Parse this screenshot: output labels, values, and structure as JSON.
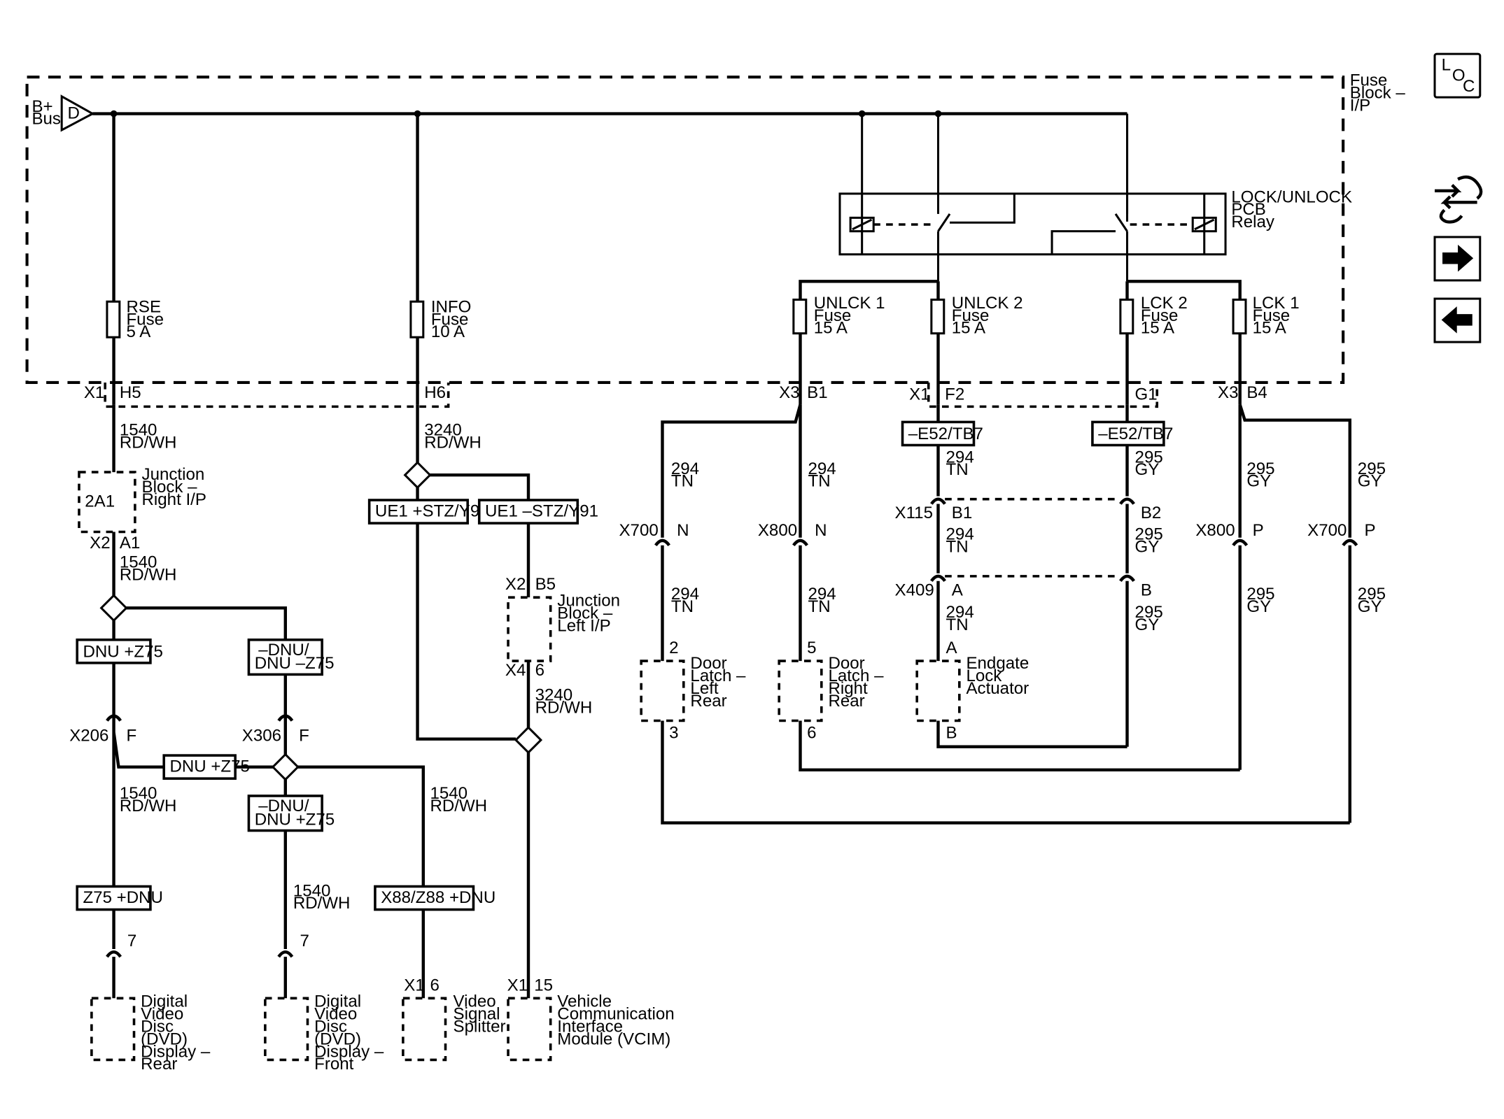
{
  "colors": {
    "line": "#000000",
    "background": "#ffffff"
  },
  "nav": {
    "loc_l": "L",
    "loc_o": "O",
    "loc_c": "C",
    "icons": [
      "loc-icon",
      "wiring-harness-icon",
      "arrow-right-icon",
      "arrow-left-icon"
    ]
  },
  "fuse_block": {
    "title": [
      "Fuse",
      "Block –",
      "I/P"
    ]
  },
  "bus": {
    "label": [
      "B+",
      "Bus"
    ],
    "marker": "D"
  },
  "relay": {
    "label": [
      "LOCK/UNLOCK",
      "PCB",
      "Relay"
    ]
  },
  "fuses": [
    {
      "name": "RSE",
      "word": "Fuse",
      "amps": "5 A"
    },
    {
      "name": "INFO",
      "word": "Fuse",
      "amps": "10 A"
    },
    {
      "name": "UNLCK 1",
      "word": "Fuse",
      "amps": "15 A"
    },
    {
      "name": "UNLCK 2",
      "word": "Fuse",
      "amps": "15 A"
    },
    {
      "name": "LCK 2",
      "word": "Fuse",
      "amps": "15 A"
    },
    {
      "name": "LCK 1",
      "word": "Fuse",
      "amps": "15 A"
    }
  ],
  "connectors": {
    "x1_h5": [
      "X1",
      "H5"
    ],
    "x1_h6": "H6",
    "x3_b1": [
      "X3",
      "B1"
    ],
    "x1_f2": [
      "X1",
      "F2"
    ],
    "x1_g1": "G1",
    "x3_b4": [
      "X3",
      "B4"
    ],
    "x2_a1": [
      "X2",
      "A1"
    ],
    "jb_right_pin": "2A1",
    "x206": [
      "X206",
      "F"
    ],
    "x306": [
      "X306",
      "F"
    ],
    "x2_b5": [
      "X2",
      "B5"
    ],
    "x4_6": [
      "X4",
      "6"
    ],
    "x700_n": [
      "X700",
      "N"
    ],
    "x800_n": [
      "X800",
      "N"
    ],
    "x115": [
      "X115",
      "B1",
      "B2"
    ],
    "x409": [
      "X409",
      "A",
      "B"
    ],
    "x800_p": [
      "X800",
      "P"
    ],
    "x700_p": [
      "X700",
      "P"
    ],
    "pin_7a": "7",
    "pin_7b": "7",
    "vss_pin": [
      "X1",
      "6"
    ],
    "vcim_pin": [
      "X1",
      "15"
    ],
    "latch_left_pins": [
      "2",
      "3"
    ],
    "latch_right_pins": [
      "5",
      "6"
    ],
    "endgate_pins": [
      "A",
      "B"
    ]
  },
  "options": {
    "ue1_stz": "UE1 +STZ/Y91",
    "ue1_nstz": "UE1 –STZ/Y91",
    "dnu_z75": "DNU +Z75",
    "ndnu_nz75": [
      "–DNU/",
      "DNU –Z75"
    ],
    "dnu_z75_b": "DNU +Z75",
    "ndnu_z75": [
      "–DNU/",
      "DNU +Z75"
    ],
    "z75_dnu": "Z75 +DNU",
    "x88": "X88/Z88 +DNU",
    "e52_a": "–E52/TB7",
    "e52_b": "–E52/TB7"
  },
  "wires": {
    "w1540": [
      "1540",
      "RD/WH"
    ],
    "w3240": [
      "3240",
      "RD/WH"
    ],
    "w294": [
      "294",
      "TN"
    ],
    "w295": [
      "295",
      "GY"
    ]
  },
  "components": {
    "jb_right": [
      "Junction",
      "Block –",
      "Right I/P"
    ],
    "jb_left": [
      "Junction",
      "Block –",
      "Left I/P"
    ],
    "dvd_rear": [
      "Digital",
      "Video",
      "Disc",
      "(DVD)",
      "Display –",
      "Rear"
    ],
    "dvd_front": [
      "Digital",
      "Video",
      "Disc",
      "(DVD)",
      "Display –",
      "Front"
    ],
    "vss": [
      "Video",
      "Signal",
      "Splitter"
    ],
    "vcim": [
      "Vehicle",
      "Communication",
      "Interface",
      "Module (VCIM)"
    ],
    "latch_left": [
      "Door",
      "Latch –",
      "Left",
      "Rear"
    ],
    "latch_right": [
      "Door",
      "Latch –",
      "Right",
      "Rear"
    ],
    "endgate": [
      "Endgate",
      "Lock",
      "Actuator"
    ]
  }
}
